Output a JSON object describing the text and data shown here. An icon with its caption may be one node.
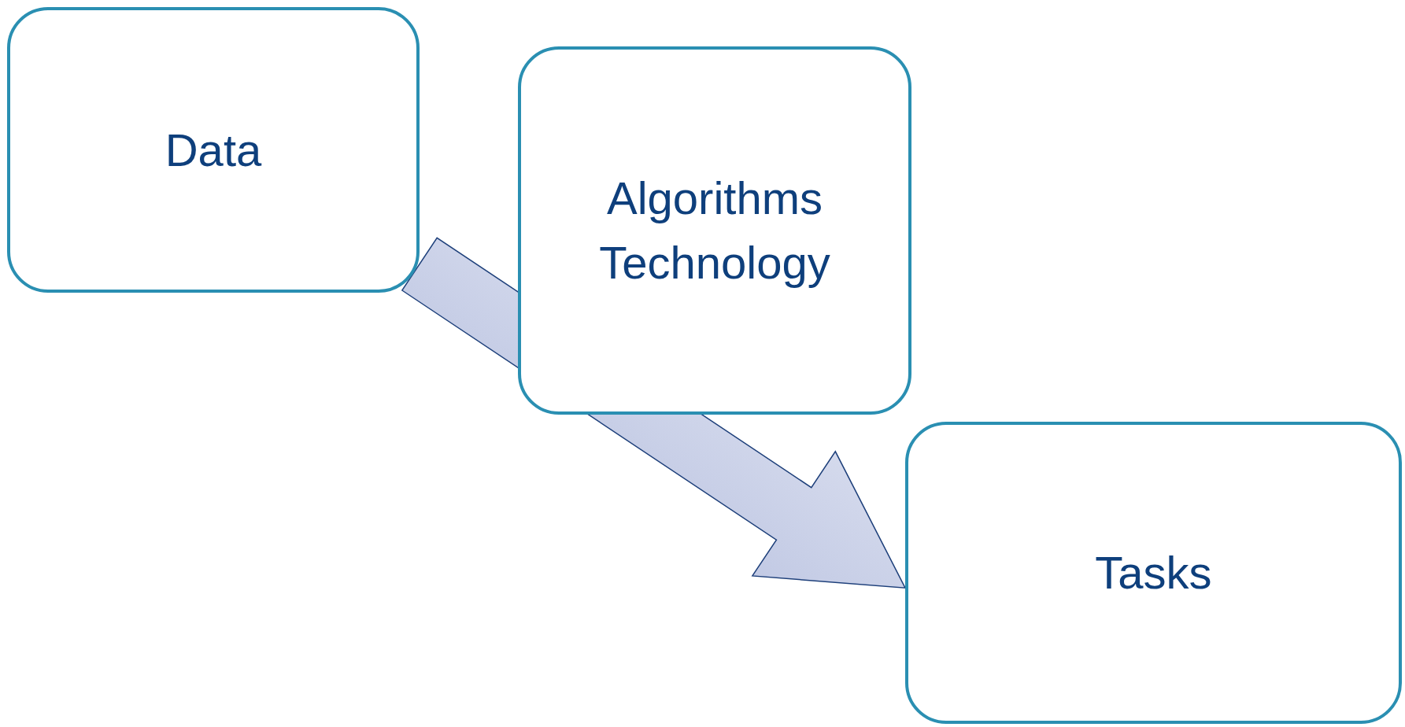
{
  "diagram": {
    "nodes": [
      {
        "text": [
          "Data"
        ]
      },
      {
        "text": [
          "Algorithms",
          "Technology"
        ]
      },
      {
        "text": [
          "Tasks"
        ]
      }
    ],
    "edges": [
      {
        "from": 0,
        "to": 2,
        "arrow": "to"
      }
    ]
  }
}
